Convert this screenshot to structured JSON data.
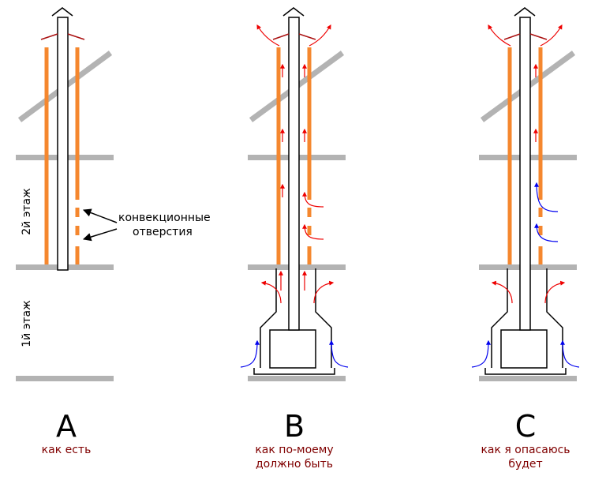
{
  "colors": {
    "orange": "#f5872e",
    "gray": "#b3b3b3",
    "red": "#ee0000",
    "blue": "#0000ee",
    "caption": "#800000",
    "black": "#000000"
  },
  "floor_labels": {
    "second": "2й этаж",
    "first": "1й этаж"
  },
  "annotation": {
    "line1": "конвекционные",
    "line2": "отверстия"
  },
  "panels": [
    {
      "letter": "A",
      "caption": [
        "как есть"
      ]
    },
    {
      "letter": "B",
      "caption": [
        "как по-моему",
        "должно быть"
      ]
    },
    {
      "letter": "C",
      "caption": [
        "как я опасаюсь",
        "будет"
      ]
    }
  ]
}
